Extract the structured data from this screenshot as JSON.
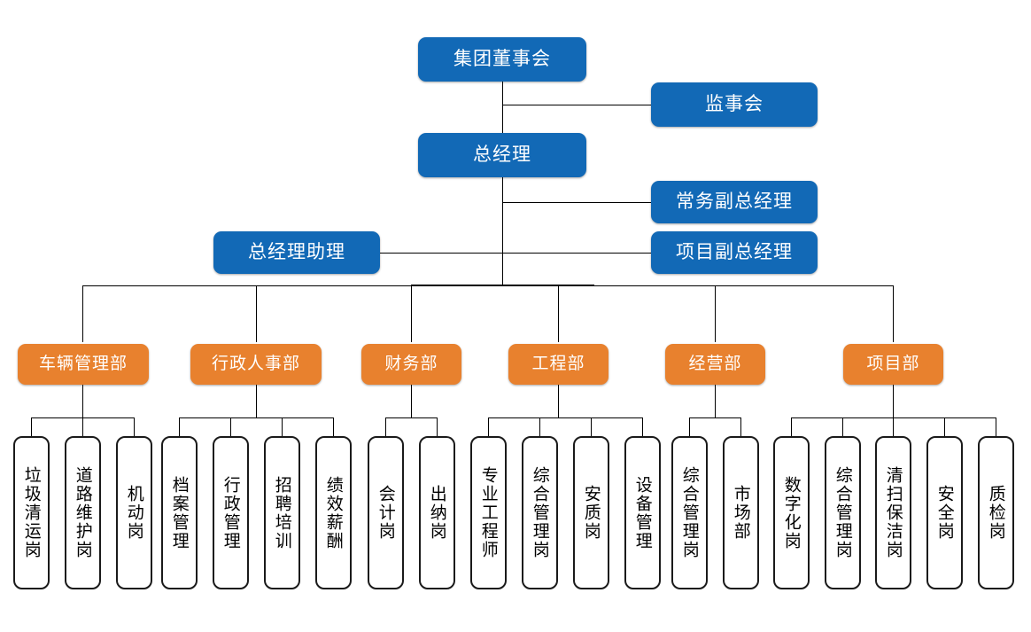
{
  "colors": {
    "executive": "#1269B6",
    "department": "#E8812E",
    "leaf_border": "#1a1a1a",
    "connector": "#000000",
    "background": "#ffffff"
  },
  "executive": {
    "board": {
      "label": "集团董事会"
    },
    "supervisory": {
      "label": "监事会"
    },
    "general_manager": {
      "label": "总经理"
    },
    "exec_deputy": {
      "label": "常务副总经理"
    },
    "project_deputy": {
      "label": "项目副总经理"
    },
    "assistant": {
      "label": "总经理助理"
    }
  },
  "departments": [
    {
      "label": "车辆管理部",
      "positions": [
        {
          "label": "垃圾清运岗"
        },
        {
          "label": "道路维护岗"
        },
        {
          "label": "机动岗"
        }
      ]
    },
    {
      "label": "行政人事部",
      "positions": [
        {
          "label": "档案管理"
        },
        {
          "label": "行政管理"
        },
        {
          "label": "招聘培训"
        },
        {
          "label": "绩效薪酬"
        }
      ]
    },
    {
      "label": "财务部",
      "positions": [
        {
          "label": "会计岗"
        },
        {
          "label": "出纳岗"
        }
      ]
    },
    {
      "label": "工程部",
      "positions": [
        {
          "label": "专业工程师"
        },
        {
          "label": "综合管理岗"
        },
        {
          "label": "安质岗"
        },
        {
          "label": "设备管理"
        }
      ]
    },
    {
      "label": "经营部",
      "positions": [
        {
          "label": "综合管理岗"
        },
        {
          "label": "市场部"
        }
      ]
    },
    {
      "label": "项目部",
      "positions": [
        {
          "label": "数字化岗"
        },
        {
          "label": "综合管理岗"
        },
        {
          "label": "清扫保洁岗"
        },
        {
          "label": "安全岗"
        },
        {
          "label": "质检岗"
        }
      ]
    }
  ]
}
